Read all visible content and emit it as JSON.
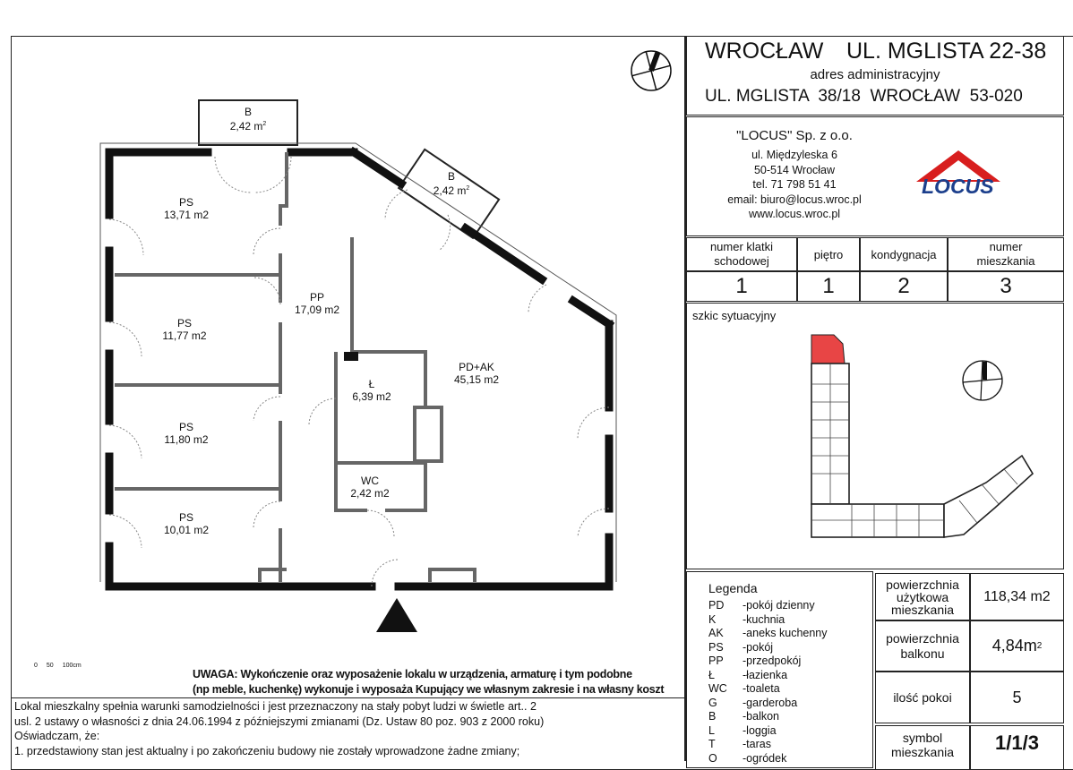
{
  "header": {
    "city_line": "WROCŁAW   UL. MGLISTA 22-38",
    "city": "WROCŁAW",
    "street": "UL. MGLISTA 22-38",
    "admin_label": "adres administracyjny",
    "admin_address": "UL. MGLISTA  38/18  WROCŁAW  53-020"
  },
  "company": {
    "name": "\"LOCUS\" Sp. z o.o.",
    "street": "ul. Międzyleska 6",
    "postal": "50-514 Wrocław",
    "phone": "tel. 71 798 51 41",
    "email": "email: biuro@locus.wroc.pl",
    "www": "www.locus.wroc.pl",
    "logo_text": "LOCUS",
    "brand_color": "#d81e1e"
  },
  "info_table": {
    "headers": [
      "numer klatki schodowej",
      "piętro",
      "kondygnacja",
      "numer mieszkania"
    ],
    "values": [
      "1",
      "1",
      "2",
      "3"
    ]
  },
  "sketch": {
    "title": "szkic sytuacyjny",
    "highlight_color": "#e84545"
  },
  "plan": {
    "rooms": [
      {
        "code": "PS",
        "area": "13,71 m2"
      },
      {
        "code": "PS",
        "area": "11,77 m2"
      },
      {
        "code": "PS",
        "area": "11,80 m2"
      },
      {
        "code": "PS",
        "area": "10,01 m2"
      },
      {
        "code": "PP",
        "area": "17,09 m2"
      },
      {
        "code": "Ł",
        "area": "6,39 m2"
      },
      {
        "code": "WC",
        "area": "2,42 m2"
      },
      {
        "code": "PD+AK",
        "area": "45,15 m2"
      }
    ],
    "balconies": [
      {
        "code": "B",
        "area": "2,42 m",
        "sup": "2"
      },
      {
        "code": "B",
        "area": "2,42 m",
        "sup": "2"
      }
    ],
    "scale": [
      "0",
      "50",
      "100cm"
    ]
  },
  "notice": {
    "line1": "UWAGA: Wykończenie oraz wyposażenie lokalu w urządzenia, armaturę i tym podobne",
    "line2": "(np meble, kuchenkę) wykonuje i wyposaża Kupujący we własnym zakresie i na własny koszt"
  },
  "statement": [
    "Lokal mieszkalny spełnia warunki samodzielności i jest przeznaczony na stały pobyt ludzi w świetle art.. 2",
    "usl. 2 ustawy o własności z dnia 24.06.1994  z późniejszymi zmianami (Dz. Ustaw 80 poz. 903 z 2000 roku)",
    "Oświadczam, że:",
    "1. przedstawiony stan jest aktualny i po zakończeniu budowy nie zostały wprowadzone żadne zmiany;"
  ],
  "legend": {
    "title": "Legenda",
    "items": [
      [
        "PD",
        "-pokój dzienny"
      ],
      [
        "K",
        "-kuchnia"
      ],
      [
        "AK",
        "-aneks kuchenny"
      ],
      [
        "PS",
        "-pokój"
      ],
      [
        "PP",
        "-przedpokój"
      ],
      [
        "Ł",
        "-łazienka"
      ],
      [
        "WC",
        "-toaleta"
      ],
      [
        "G",
        "-garderoba"
      ],
      [
        "B",
        "-balkon"
      ],
      [
        "L",
        "-loggia"
      ],
      [
        "T",
        "-taras"
      ],
      [
        "O",
        "-ogródek"
      ]
    ]
  },
  "summary": {
    "area_label": "powierzchnia użytkowa mieszkania",
    "area_value": "118,34 m2",
    "balcony_label": "powierzchnia balkonu",
    "balcony_value": "4,84m",
    "balcony_sup": "2",
    "rooms_label": "ilość pokoi",
    "rooms_value": "5",
    "symbol_label": "symbol mieszkania",
    "symbol_value": "1/1/3"
  }
}
